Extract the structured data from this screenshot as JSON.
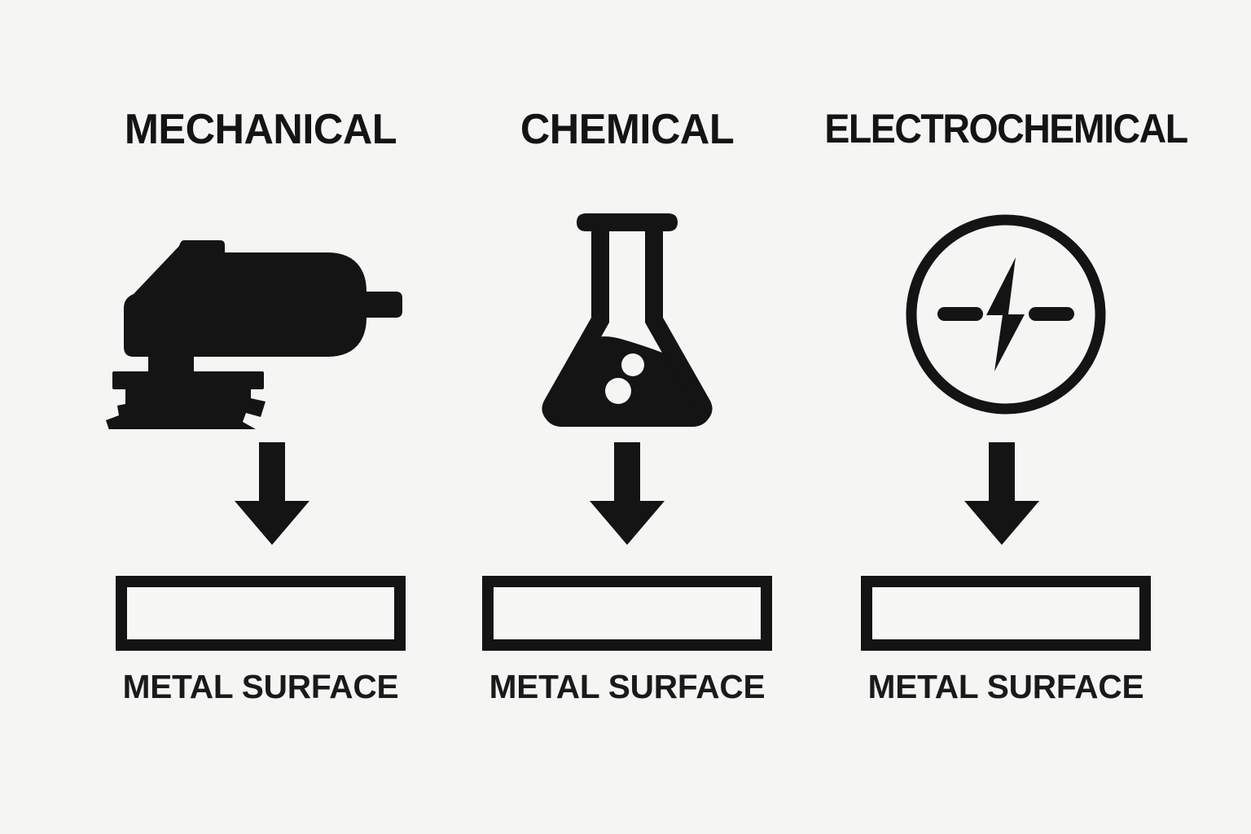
{
  "page": {
    "background_color": "#f5f5f4",
    "ink_color": "#141414",
    "label_color": "#1a1a1a"
  },
  "columns": [
    {
      "id": "mechanical",
      "title": "MECHANICAL",
      "icon_name": "angle-grinder-icon",
      "arrow_name": "down-arrow",
      "surface_name": "metal-surface-bar",
      "surface_label": "METAL SURFACE"
    },
    {
      "id": "chemical",
      "title": "CHEMICAL",
      "icon_name": "erlenmeyer-flask-icon",
      "arrow_name": "down-arrow",
      "surface_name": "metal-surface-bar",
      "surface_label": "METAL SURFACE"
    },
    {
      "id": "electrochemical",
      "title": "ELECTROCHEMICAL",
      "icon_name": "electric-circle-bolt-icon",
      "arrow_name": "down-arrow",
      "surface_name": "metal-surface-bar",
      "surface_label": "METAL SURFACE"
    }
  ]
}
